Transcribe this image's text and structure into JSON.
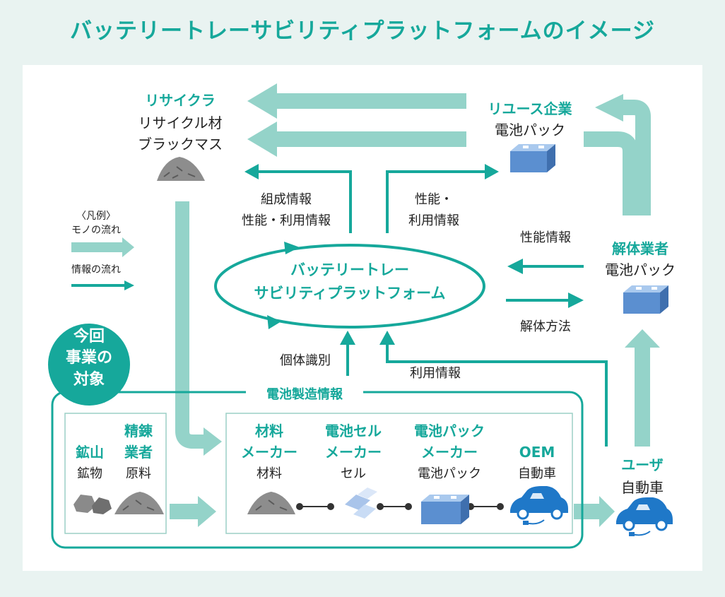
{
  "title": "バッテリートレーサビリティプラットフォームのイメージ",
  "colors": {
    "accent": "#16a89b",
    "flow_light": "#94d3c9",
    "info_dark": "#16a89b",
    "battery": "#5b8fd0",
    "car": "#1f78c8"
  },
  "legend": {
    "heading": "〈凡例〉",
    "goods_flow": "モノの流れ",
    "info_flow": "情報の流れ"
  },
  "nodes": {
    "recycler": {
      "name": "リサイクラ",
      "line1": "リサイクル材",
      "line2": "ブラックマス",
      "icon": "black-mass-pile-icon"
    },
    "reuse": {
      "name": "リユース企業",
      "line1": "電池パック",
      "icon": "battery-pack-icon"
    },
    "dismantler": {
      "name": "解体業者",
      "line1": "電池パック",
      "icon": "battery-pack-icon"
    },
    "user": {
      "name": "ユーザ",
      "line1": "自動車",
      "icon": "electric-car-icon"
    },
    "mine": {
      "name": "鉱山",
      "line1": "鉱物",
      "icon": "ore-rocks-icon"
    },
    "refiner": {
      "name_line1": "精錬",
      "name_line2": "業者",
      "line1": "原料",
      "icon": "raw-material-pile-icon"
    },
    "material_maker": {
      "name_line1": "材料",
      "name_line2": "メーカー",
      "line1": "材料",
      "icon": "material-pile-icon"
    },
    "cell_maker": {
      "name_line1": "電池セル",
      "name_line2": "メーカー",
      "line1": "セル",
      "icon": "battery-cell-icon"
    },
    "pack_maker": {
      "name_line1": "電池パック",
      "name_line2": "メーカー",
      "line1": "電池パック",
      "icon": "battery-pack-icon"
    },
    "oem": {
      "name": "OEM",
      "line1": "自動車",
      "icon": "electric-car-icon"
    }
  },
  "platform": {
    "line1": "バッテリートレー",
    "line2": "サビリティプラットフォーム"
  },
  "info_labels": {
    "composition_line1": "組成情報",
    "composition_line2": "性能・利用情報",
    "perf_line1": "性能・",
    "perf_line2": "利用情報",
    "perf_info": "性能情報",
    "dismantle_method": "解体方法",
    "individual_id": "個体識別",
    "usage_info": "利用情報",
    "battery_mfg_info": "電池製造情報"
  },
  "scope_badge": {
    "line1": "今回",
    "line2": "事業の",
    "line3": "対象"
  }
}
